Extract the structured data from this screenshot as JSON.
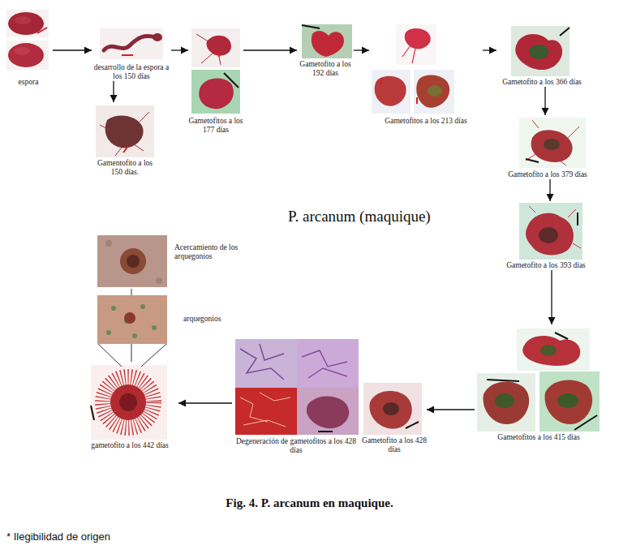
{
  "diagram": {
    "caption": "Fig. 4. P. arcanum en maquique.",
    "nodes": [
      {
        "text": [
          "espora"
        ]
      },
      {
        "text": [
          "desarrollo de la espora a los 150 días"
        ]
      },
      {
        "text": [
          "Gamentofito a los 150 días."
        ]
      },
      {
        "text": [
          "Gametofitos a los 177 días"
        ]
      },
      {
        "text": [
          "Gametofito a los 192 días"
        ]
      },
      {
        "text": [
          "Gametofitos a los 213 días"
        ]
      },
      {
        "text": [
          "Gametofito a los 366 días"
        ]
      },
      {
        "text": [
          "Gametofito a los 379 días"
        ]
      },
      {
        "text": [
          "Gametofito a los 393 días"
        ]
      },
      {
        "text": [
          "Gametofitos a los 415 días"
        ]
      },
      {
        "text": [
          "Gametofito a los 428 días"
        ]
      },
      {
        "text": [
          "Degeneración de gametofitos a los 428 días"
        ]
      },
      {
        "text": [
          "gametofito a los 442 días"
        ]
      },
      {
        "text": [
          "arquegonios"
        ]
      },
      {
        "text": [
          "Acercamiento de los arquegonios"
        ]
      }
    ],
    "edges": [
      {
        "from": 0,
        "to": 1,
        "arrow": "to"
      },
      {
        "from": 1,
        "to": 2,
        "arrow": "to"
      },
      {
        "from": 1,
        "to": 3,
        "arrow": "to"
      },
      {
        "from": 3,
        "to": 4,
        "arrow": "to"
      },
      {
        "from": 4,
        "to": 5,
        "arrow": "to"
      },
      {
        "from": 5,
        "to": 6,
        "arrow": "to"
      },
      {
        "from": 6,
        "to": 7,
        "arrow": "to"
      },
      {
        "from": 7,
        "to": 8,
        "arrow": "to"
      },
      {
        "from": 8,
        "to": 9,
        "arrow": "to"
      },
      {
        "from": 9,
        "to": 10,
        "arrow": "to"
      },
      {
        "from": 11,
        "to": 12,
        "arrow": "to"
      },
      {
        "from": 12,
        "to": 13,
        "arrow": "none"
      },
      {
        "from": 13,
        "to": 14,
        "arrow": "none"
      }
    ],
    "labels": [
      "P. arcanum (maquique)",
      "* Ilegibilidad de origen"
    ]
  }
}
